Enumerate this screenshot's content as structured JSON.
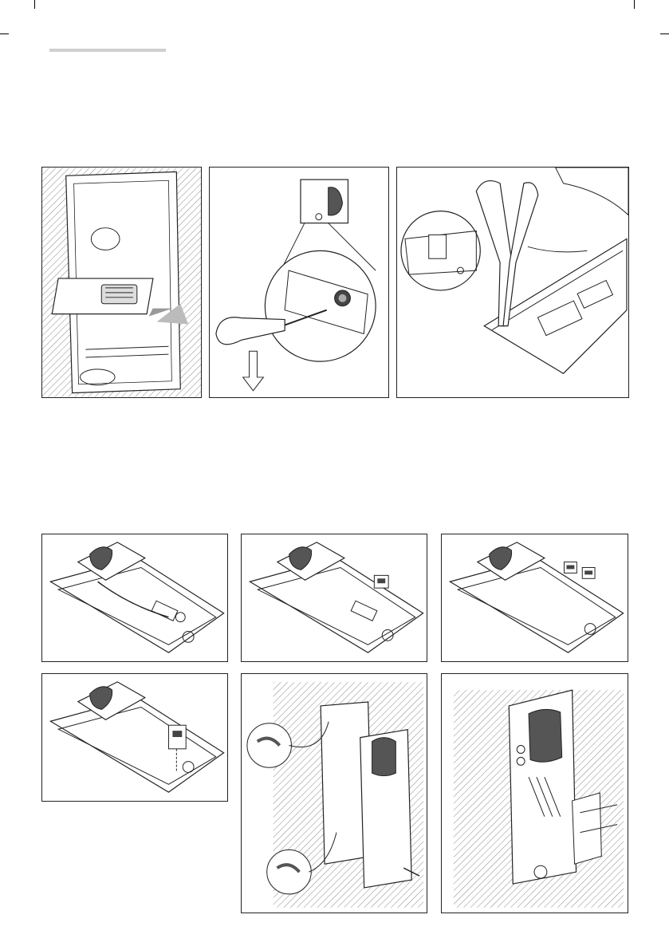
{
  "page": {
    "section_rule_color": "#cfcfcf",
    "line_color": "#222222"
  },
  "figures": [
    {
      "name": "wall-box-insert"
    },
    {
      "name": "screwdriver-release"
    },
    {
      "name": "pliers-cut-tab"
    },
    {
      "name": "module-wiring"
    },
    {
      "name": "single-terminal"
    },
    {
      "name": "double-terminal"
    },
    {
      "name": "side-terminal"
    },
    {
      "name": "wall-mount-cables"
    },
    {
      "name": "installed-unit"
    }
  ]
}
